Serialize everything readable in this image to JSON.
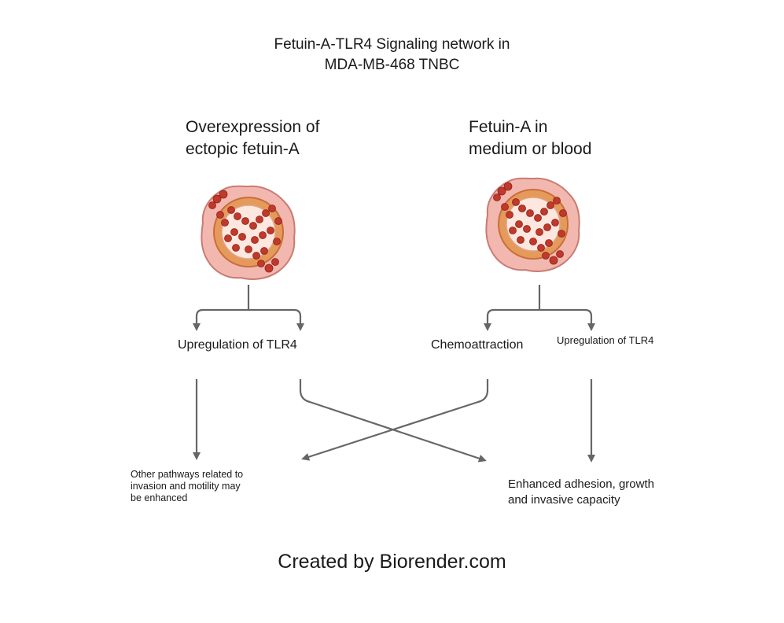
{
  "title": "Fetuin-A-TLR4 Signaling network in\nMDA-MB-468 TNBC",
  "left_branch": {
    "header": "Overexpression of\nectopic fetuin-A",
    "outcome_top": "Upregulation of TLR4"
  },
  "right_branch": {
    "header": "Fetuin-A in\nmedium or blood",
    "outcome_chemo": "Chemoattraction",
    "outcome_tlr4": "Upregulation of TLR4"
  },
  "results": {
    "left": "Other pathways related to\ninvasion and motility may\nbe enhanced",
    "right": "Enhanced adhesion, growth\nand invasive capacity"
  },
  "credit": "Created by Biorender.com",
  "colors": {
    "arrow": "#666666",
    "tumor_outer": "#f2b8b0",
    "tumor_ring": "#e08a4c",
    "tumor_cells": "#c0392b"
  },
  "icons": [
    "tumor-icon-left",
    "tumor-icon-right"
  ]
}
